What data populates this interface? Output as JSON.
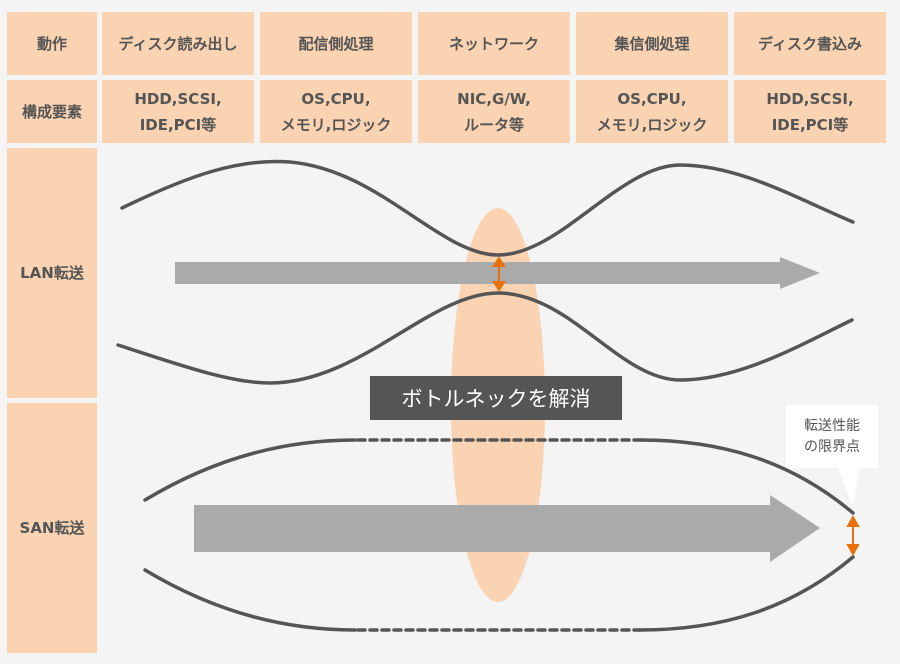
{
  "header": {
    "row_label": "動作",
    "columns": [
      "ディスク読み出し",
      "配信側処理",
      "ネットワーク",
      "集信側処理",
      "ディスク書込み"
    ]
  },
  "components": {
    "row_label": "構成要素",
    "values": [
      "HDD,SCSI,\nIDE,PCI等",
      "OS,CPU,\nメモリ,ロジック",
      "NIC,G/W,\nルータ等",
      "OS,CPU,\nメモリ,ロジック",
      "HDD,SCSI,\nIDE,PCI等"
    ]
  },
  "rows": {
    "lan": "LAN転送",
    "san": "SAN転送"
  },
  "bottleneck_label": "ボトルネックを解消",
  "callout": "転送性能\nの限界点",
  "colors": {
    "cell": "#fad3b2",
    "accent": "#e8700a",
    "curve": "#555555",
    "arrow": "#aaaaaa"
  }
}
